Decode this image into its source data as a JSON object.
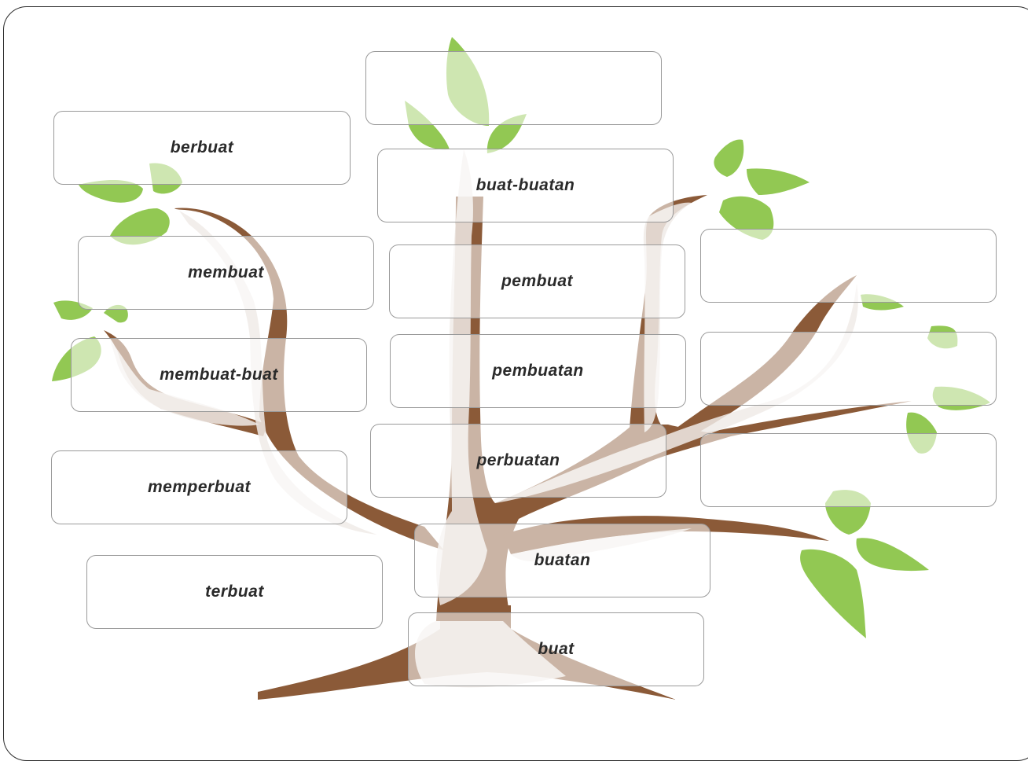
{
  "colors": {
    "trunk": "#8b5a38",
    "leaf": "#92c853",
    "box_border": "#9a9a9a",
    "text": "#2a2a2a"
  },
  "words": {
    "top_center": "",
    "berbuat": "berbuat",
    "buat_buatan": "buat-buatan",
    "membuat": "membuat",
    "pembuat": "pembuat",
    "right_1": "",
    "membuat_buat": "membuat-buat",
    "pembuatan": "pembuatan",
    "right_2": "",
    "memperbuat": "memperbuat",
    "perbuatan": "perbuatan",
    "right_3": "",
    "buatan": "buatan",
    "terbuat": "terbuat",
    "buat": "buat"
  }
}
